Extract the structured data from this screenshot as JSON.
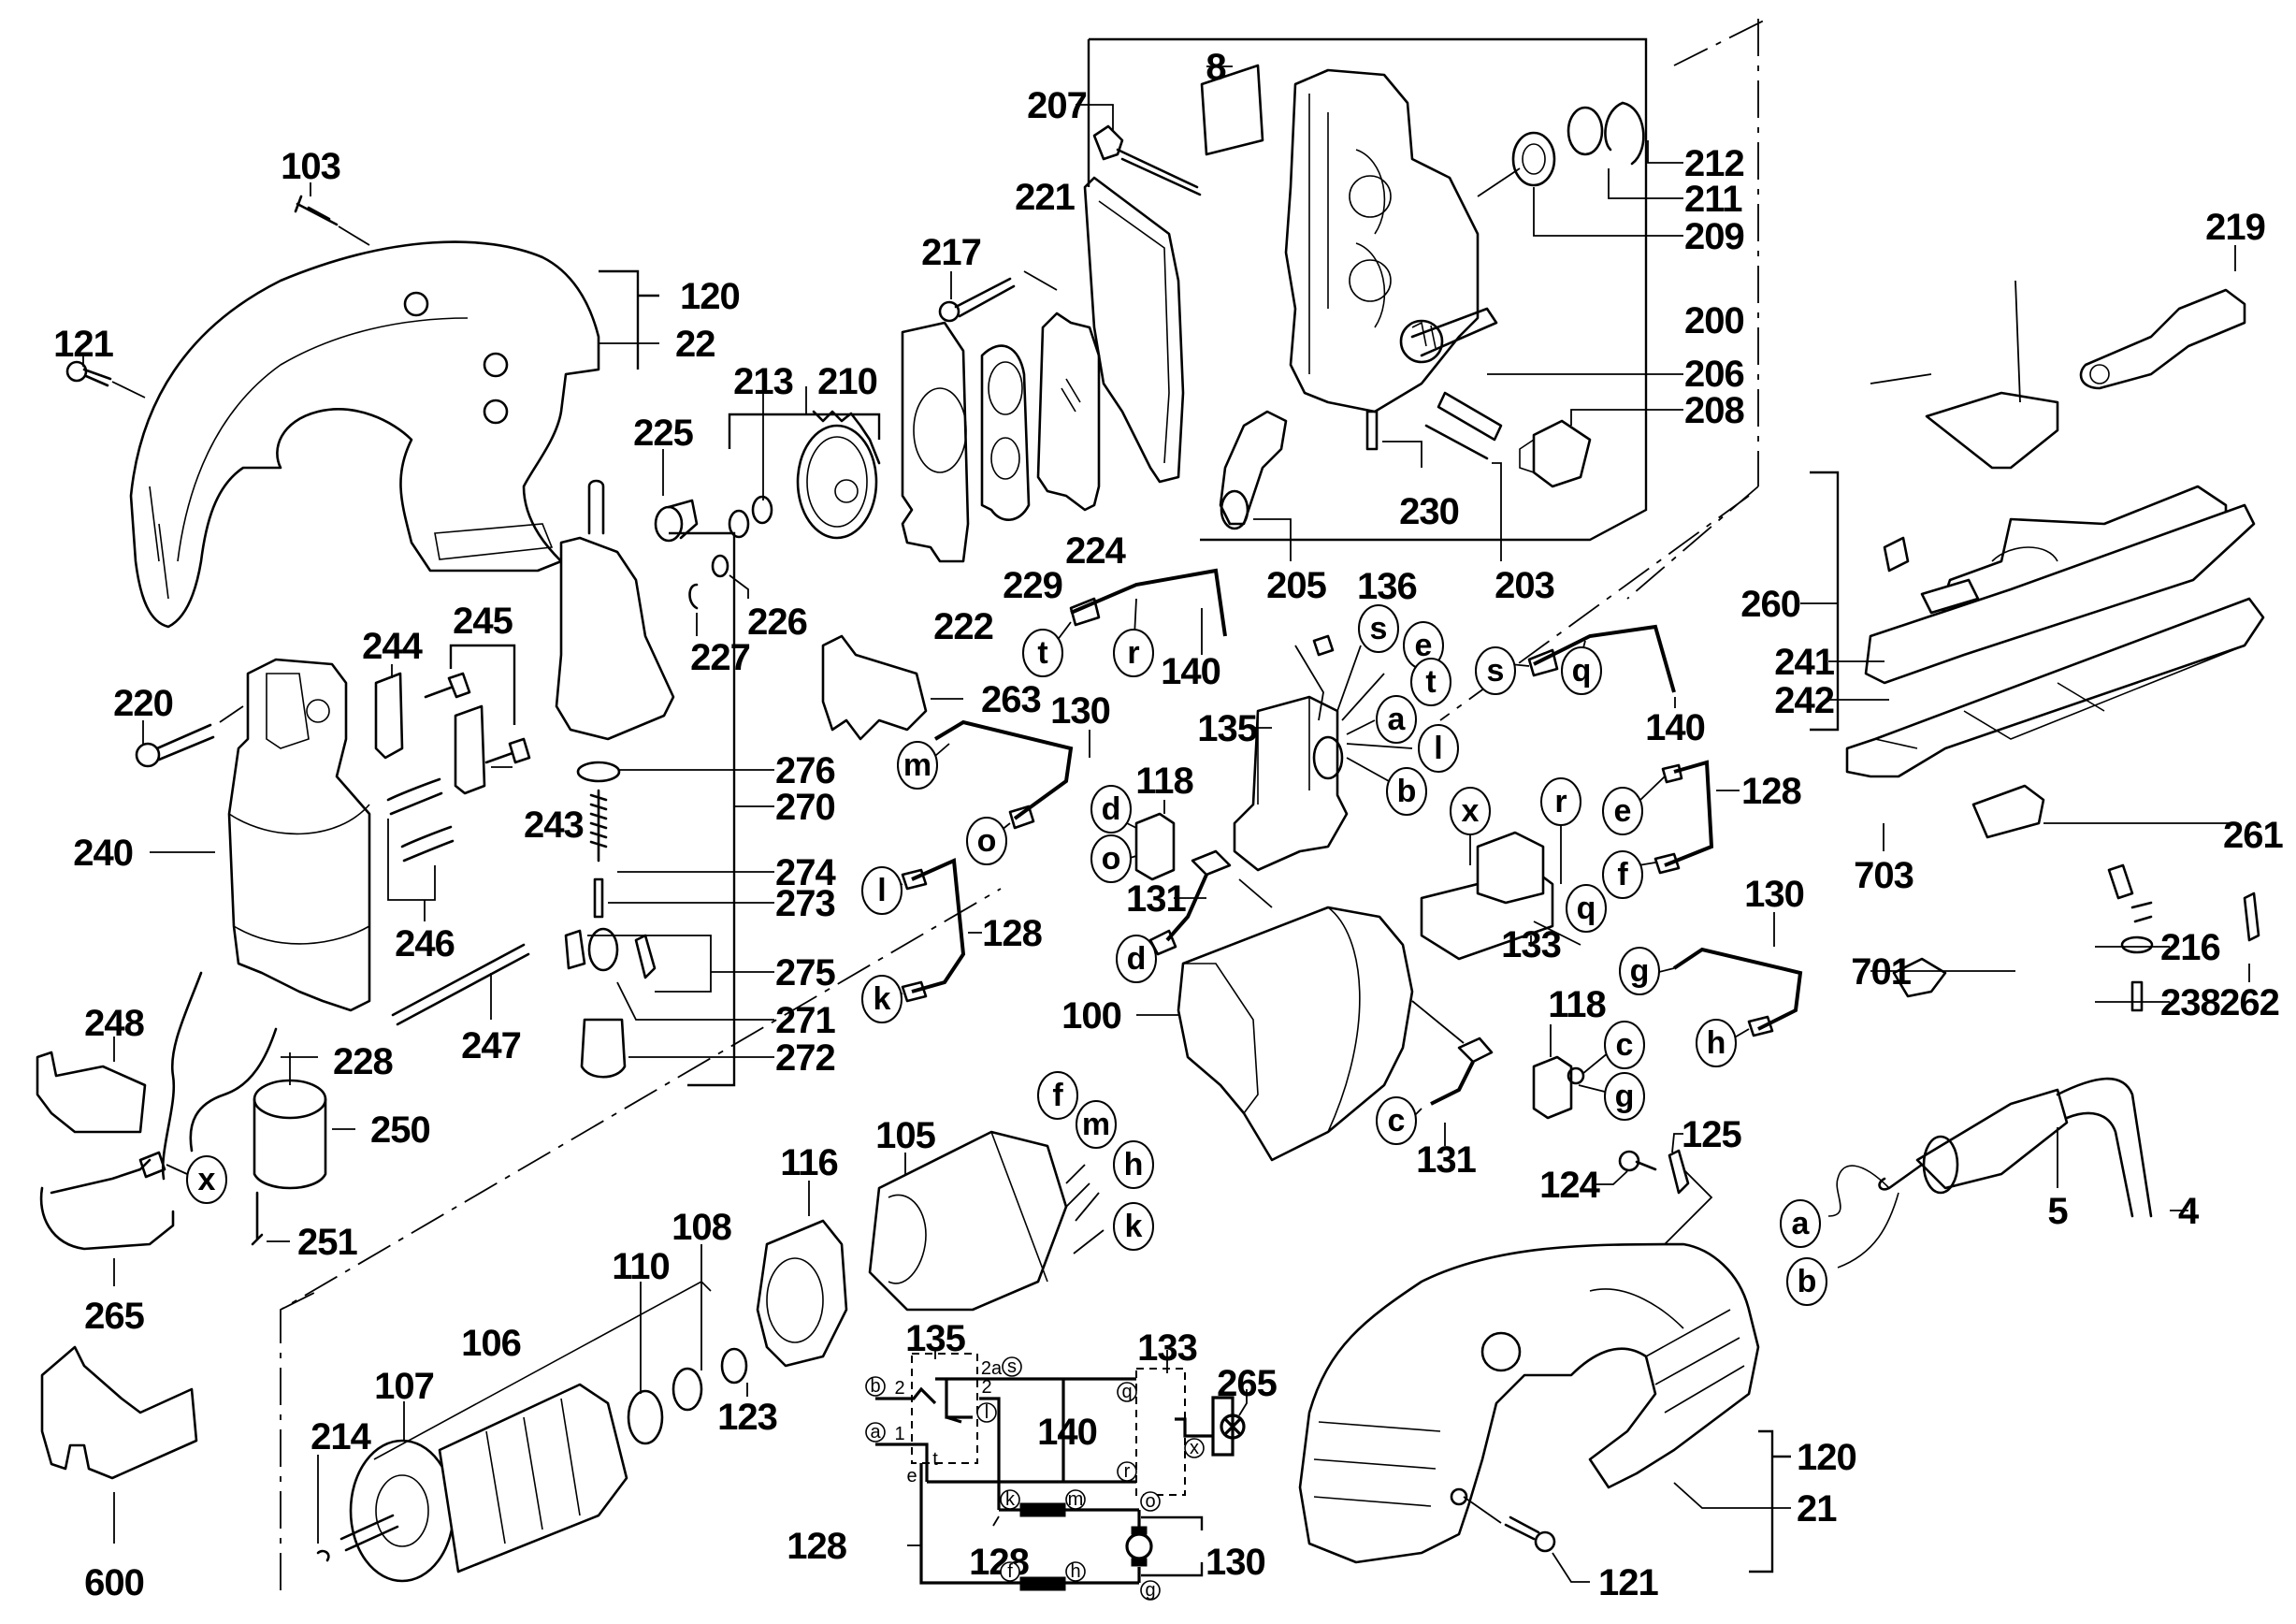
{
  "diagram": {
    "title": "Jigsaw exploded parts diagram",
    "part_numbers": [
      "103",
      "121",
      "120",
      "22",
      "8",
      "207",
      "221",
      "217",
      "212",
      "211",
      "209",
      "200",
      "206",
      "208",
      "230",
      "203",
      "205",
      "136",
      "219",
      "225",
      "213",
      "210",
      "224",
      "229",
      "222",
      "226",
      "227",
      "244",
      "245",
      "220",
      "243",
      "240",
      "246",
      "247",
      "248",
      "228",
      "250",
      "251",
      "265",
      "600",
      "276",
      "270",
      "274",
      "273",
      "275",
      "271",
      "272",
      "140",
      "263",
      "130",
      "135",
      "118",
      "131",
      "128",
      "100",
      "133",
      "128",
      "140",
      "260",
      "241",
      "242",
      "703",
      "261",
      "216",
      "701",
      "238",
      "262",
      "130",
      "118",
      "131",
      "124",
      "125",
      "5",
      "4",
      "105",
      "116",
      "108",
      "110",
      "106",
      "107",
      "123",
      "214",
      "120",
      "21",
      "121"
    ],
    "connector_letters": [
      "t",
      "r",
      "s",
      "e",
      "t",
      "a",
      "l",
      "b",
      "s",
      "q",
      "m",
      "o",
      "d",
      "o",
      "d",
      "l",
      "k",
      "x",
      "r",
      "q",
      "e",
      "f",
      "g",
      "h",
      "c",
      "g",
      "c",
      "f",
      "m",
      "h",
      "k",
      "x",
      "a",
      "b"
    ],
    "schematic": {
      "labels": [
        "135",
        "133",
        "265",
        "140",
        "128",
        "128",
        "130"
      ],
      "terminals": [
        "b",
        "a",
        "s",
        "l",
        "q",
        "r",
        "x",
        "k",
        "m",
        "o",
        "f",
        "h",
        "g"
      ],
      "pin_text": [
        "2",
        "1",
        "2a",
        "2",
        "t",
        "e"
      ]
    }
  }
}
